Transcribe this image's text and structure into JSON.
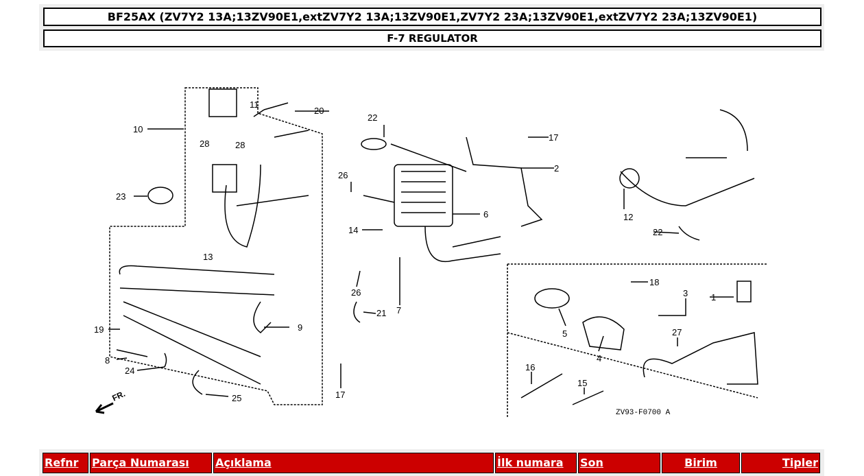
{
  "header": {
    "model": "BF25AX (ZV7Y2 13A;13ZV90E1,extZV7Y2 13A;13ZV90E1,ZV7Y2 23A;13ZV90E1,extZV7Y2 23A;13ZV90E1)",
    "section": "F-7 REGULATOR"
  },
  "diagram": {
    "callouts": [
      "10",
      "11",
      "20",
      "28",
      "28",
      "23",
      "13",
      "9",
      "19",
      "8",
      "24",
      "25",
      "17",
      "22",
      "17",
      "2",
      "26",
      "6",
      "14",
      "26",
      "7",
      "21",
      "12",
      "22",
      "18",
      "3",
      "1",
      "5",
      "27",
      "4",
      "16",
      "15"
    ],
    "code": "ZV93-F0700 A",
    "direction": "FR."
  },
  "table": {
    "headers": [
      "Refnr",
      "Parça Numarası",
      "Açıklama",
      "İlk numara",
      "Son",
      "Birim",
      "Tipler"
    ]
  },
  "colors": {
    "header_bg": "#cc0000"
  }
}
